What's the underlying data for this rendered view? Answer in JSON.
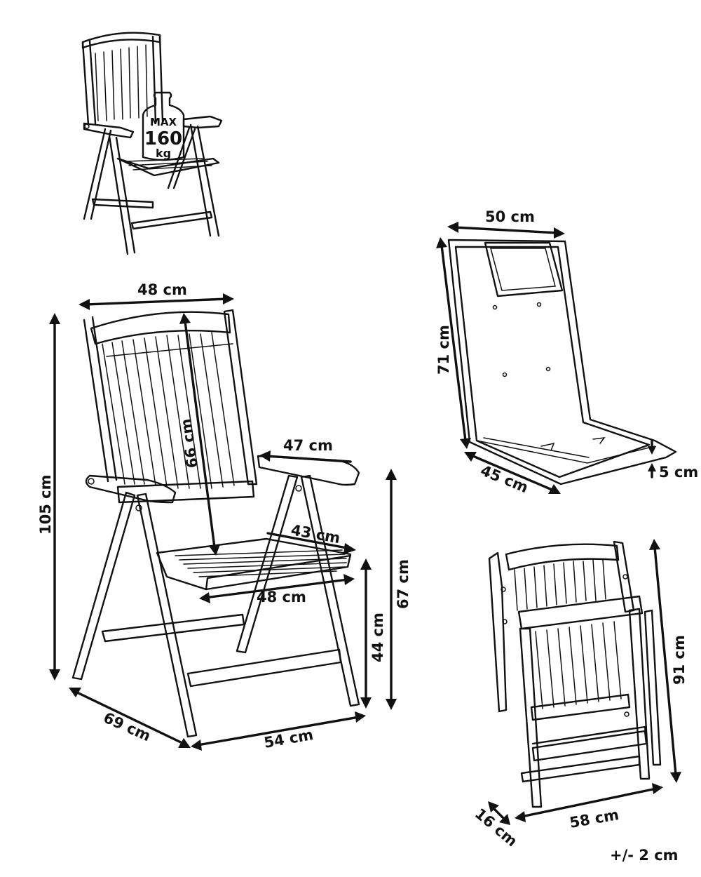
{
  "weight_badge": {
    "line1": "MAX",
    "line2": "160",
    "line3": "kg"
  },
  "chair": {
    "back_width": "48 cm",
    "total_height": "105 cm",
    "backrest_height": "66 cm",
    "armrest_length": "47 cm",
    "seat_depth": "43 cm",
    "seat_width": "48 cm",
    "seat_height": "44 cm",
    "armrest_height": "67 cm",
    "depth": "69 cm",
    "width": "54 cm"
  },
  "cushion": {
    "width": "50 cm",
    "length": "71 cm",
    "depth": "45 cm",
    "thickness": "5 cm"
  },
  "folded": {
    "height": "91 cm",
    "width": "58 cm",
    "thickness": "16 cm"
  },
  "tolerance": "+/- 2 cm"
}
